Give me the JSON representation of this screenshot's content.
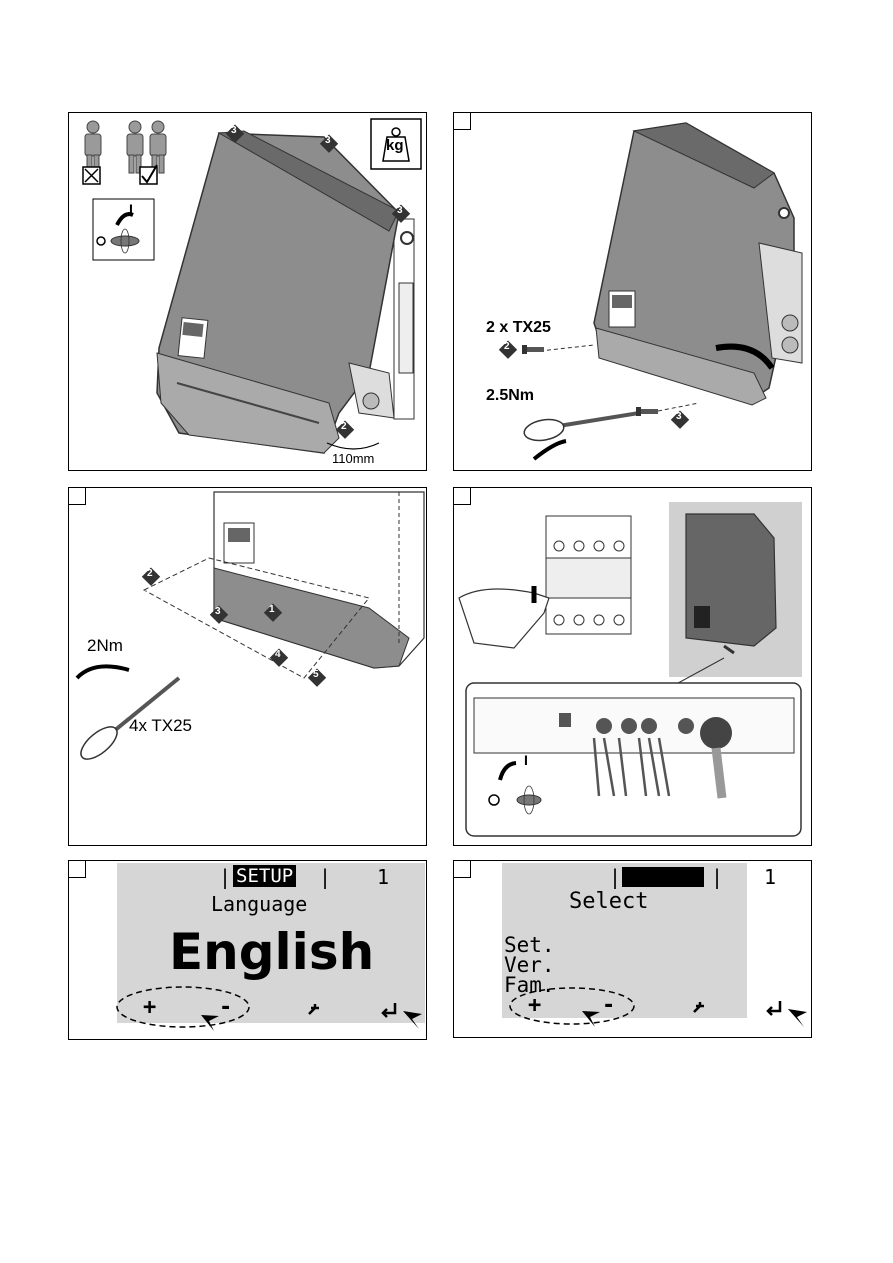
{
  "panels": {
    "p1": {
      "kg_label": "kg",
      "dist_label": "110mm",
      "markers": [
        "3",
        "3",
        "3",
        "2"
      ],
      "switch_label": "I"
    },
    "p2": {
      "screws_label": "2 x TX25",
      "torque_label": "2.5Nm",
      "markers": [
        "2",
        "3"
      ]
    },
    "p3": {
      "torque_label": "2Nm",
      "screws_label": "4x TX25",
      "markers": [
        "2",
        "3",
        "1",
        "4",
        "5"
      ]
    },
    "p4": {
      "switch_label": "I"
    },
    "p5": {
      "header_left": "|",
      "header_title": "SETUP",
      "header_right": "|",
      "header_page": "1",
      "subtitle": "Language",
      "value": "English",
      "btn_plus": "+",
      "btn_minus": "-"
    },
    "p6": {
      "header_left": "|",
      "header_right": "|",
      "header_page": "1",
      "title": "Select",
      "items": [
        "Set.",
        "Ver.",
        "Fam."
      ],
      "btn_plus": "+",
      "btn_minus": "-"
    }
  },
  "colors": {
    "lcd_bg": "#d6d6d6",
    "device_grey": "#8a8a8a",
    "device_dark": "#4a4a4a"
  }
}
